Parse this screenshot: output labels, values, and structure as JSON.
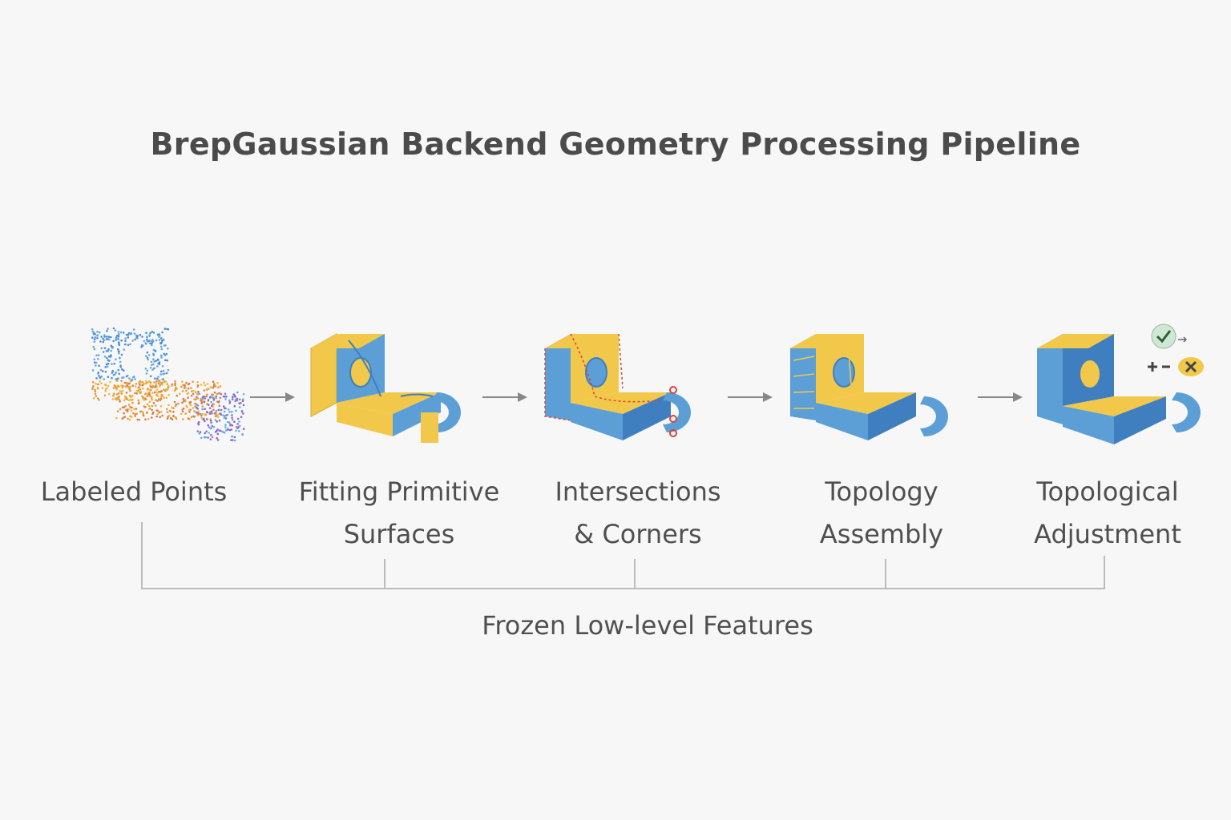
{
  "title": "BrepGaussian Backend Geometry Processing Pipeline",
  "stages": [
    {
      "line1": "Labeled Points",
      "line2": ""
    },
    {
      "line1": "Fitting Primitive",
      "line2": "Surfaces"
    },
    {
      "line1": "Intersections",
      "line2": "& Corners"
    },
    {
      "line1": "Topology",
      "line2": "Assembly"
    },
    {
      "line1": "Topological",
      "line2": "Adjustment"
    }
  ],
  "footer": "Frozen Low-level Features",
  "colors": {
    "face_blue": "#5b9fd6",
    "face_blue_dark": "#3f7fbf",
    "face_yellow": "#f2c84b",
    "edge_red": "#d9443a",
    "line": "#bdbdbd",
    "check_green": "#3f9e5a"
  },
  "icons": [
    "point-cloud-icon",
    "primitive-surfaces-icon",
    "intersections-icon",
    "topology-icon",
    "adjusted-model-icon",
    "check-icon",
    "plus-icon",
    "minus-icon",
    "cross-icon"
  ]
}
